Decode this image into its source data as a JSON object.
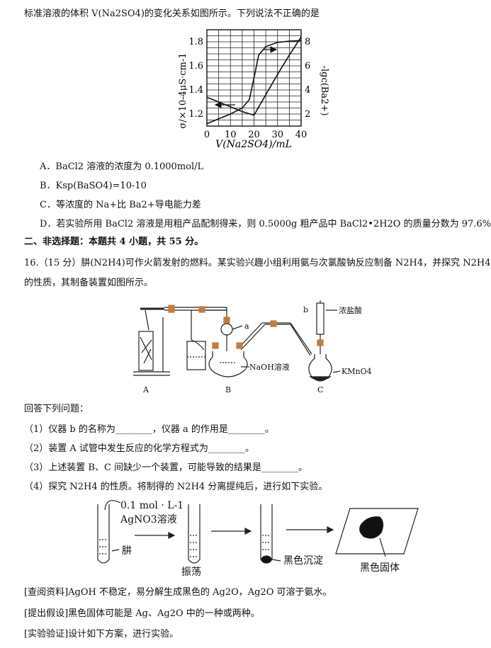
{
  "q15": {
    "intro": "标准溶液的体积 V(Na2SO4)的变化关系如图所示。下列说法不正确的是",
    "options": {
      "A": "A．BaCl2 溶液的浓度为 0.1000mol/L",
      "B": "B．Ksp(BaSO4)=10-10",
      "C": "C．等浓度的 Na+比 Ba2+导电能力差",
      "D": "D．若实验所用 BaCl2 溶液是用粗产品配制得来，则 0.5000g 粗产品中 BaCl2•2H2O 的质量分数为 97.6%"
    }
  },
  "chart_data": {
    "type": "line",
    "xlabel": "V(Na2SO4)/mL",
    "ylabel": "σ/×10-4μS·cm-1",
    "y2label": "-lgc(Ba2+)",
    "xlim": [
      0,
      40
    ],
    "ylim": [
      1.1,
      1.9
    ],
    "y2lim": [
      1,
      9
    ],
    "xticks": [
      "0",
      "10",
      "20",
      "30",
      "40"
    ],
    "yticks": [
      "1.2",
      "1.4",
      "1.6",
      "1.8"
    ],
    "y2ticks": [
      "2",
      "4",
      "6",
      "8"
    ],
    "grid": true,
    "series": [
      {
        "axis": "left",
        "x": [
          0,
          5,
          10,
          15,
          20,
          25,
          30,
          35,
          40
        ],
        "y": [
          1.34,
          1.3,
          1.26,
          1.22,
          1.19,
          1.36,
          1.53,
          1.69,
          1.84
        ]
      },
      {
        "axis": "right",
        "x": [
          0,
          5,
          10,
          15,
          18,
          20,
          22,
          25,
          30,
          35,
          40
        ],
        "y": [
          1.2,
          1.6,
          2.0,
          2.5,
          3.2,
          5.0,
          6.9,
          7.6,
          7.95,
          8.05,
          8.1
        ]
      }
    ]
  },
  "section2": {
    "title": "二、非选择题：本题共 4 小题，共 55 分。"
  },
  "q16": {
    "stem1": "16.（15 分）肼(N2H4)可作火箭发射的燃料。某实验兴趣小组利用氨与次氯酸钠反应制备 N2H4，并探究 N2H4",
    "stem2": "的性质，其制备装置如图所示。",
    "apparatus": {
      "label_a": "a",
      "label_b": "b",
      "hcl": "浓盐酸",
      "naoh": "NaOH溶液",
      "kmno4": "KMnO4",
      "A": "A",
      "B": "B",
      "C": "C"
    },
    "answer_prompt": "回答下列问题：",
    "items": [
      "（1）仪器 b 的名称为________，仪器 a 的作用是________。",
      "（2）装置 A 试管中发生反应的化学方程式为________。",
      "（3）上述装置 B、C 间缺少一个装置，可能导致的结果是________。",
      "（4）探究 N2H4 的性质。将制得的 N2H4 分离提纯后，进行如下实验。"
    ],
    "flow": {
      "reagent1": "0.1 mol · L-1",
      "reagent2": "AgNO3溶液",
      "hydrazine": "肼",
      "shake": "振荡",
      "precipitate": "黑色沉淀",
      "solid": "黑色固体"
    },
    "notes": [
      "[查阅资料]AgOH 不稳定，易分解生成黑色的 Ag2O，Ag2O 可溶于氨水。",
      "[提出假设]黑色固体可能是 Ag、Ag2O 中的一种或两种。",
      "[实验验证]设计如下方案，进行实验。"
    ]
  }
}
